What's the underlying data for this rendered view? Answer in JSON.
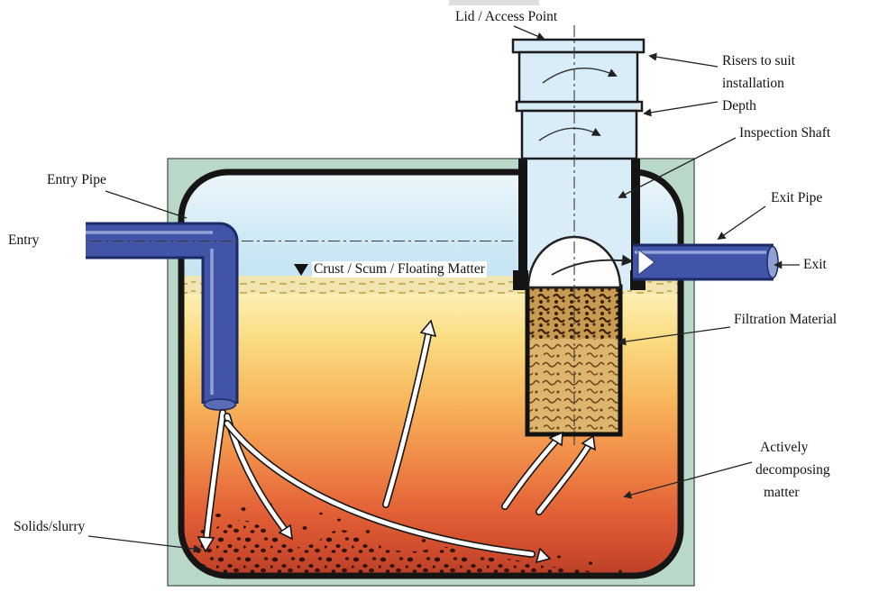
{
  "labels": {
    "lid": "Lid / Access Point",
    "risers_1": "Risers to suit",
    "risers_2": "installation",
    "risers_3": "Depth",
    "inspection_shaft": "Inspection Shaft",
    "entry_pipe": "Entry Pipe",
    "entry": "Entry",
    "exit_pipe": "Exit Pipe",
    "exit": "Exit",
    "crust": "Crust / Scum / Floating Matter",
    "filtration": "Filtration Material",
    "decomposing_1": "Actively",
    "decomposing_2": "decomposing",
    "decomposing_3": "matter",
    "solids": "Solids/slurry"
  },
  "colors": {
    "surround_green": "#b9d8c8",
    "water_blue": "#d0e9f5",
    "shaft_blue": "#d9edf8",
    "pipe_blue": "#4254a8",
    "pipe_outline": "#1c2a66",
    "filtration_tan": "#dcb66e",
    "crust_yellow": "#f1e6b2"
  }
}
